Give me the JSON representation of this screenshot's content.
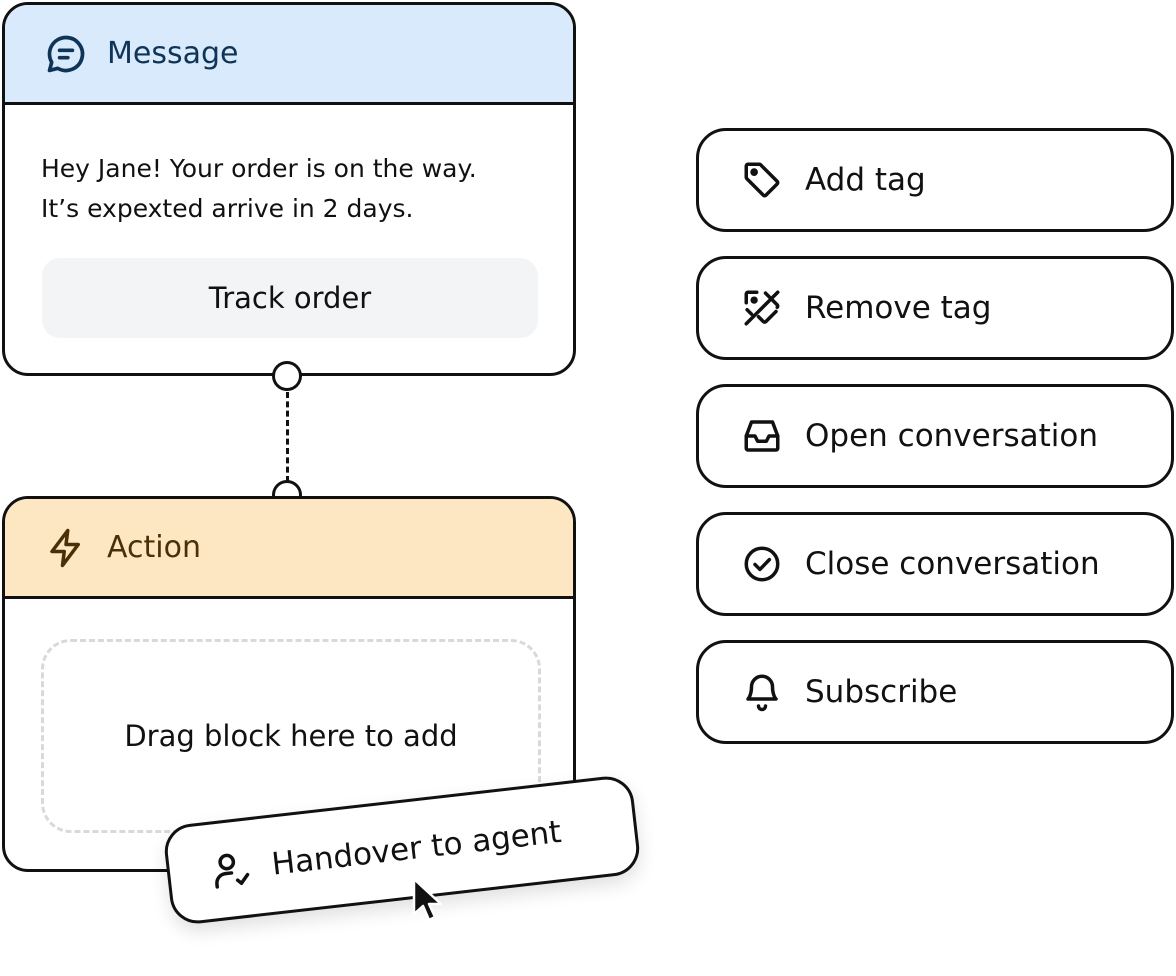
{
  "message_card": {
    "title": "Message",
    "icon": "chat-bubble-icon",
    "header_color": "#d8eafb",
    "body_line1": "Hey Jane! Your order is on the way.",
    "body_line2": "It’s expexted arrive in 2 days.",
    "button_label": "Track order"
  },
  "action_card": {
    "title": "Action",
    "icon": "lightning-icon",
    "header_color": "#fde7c2",
    "drop_zone_text": "Drag block here to add"
  },
  "blocks": [
    {
      "label": "Add tag",
      "icon": "tag-icon"
    },
    {
      "label": "Remove tag",
      "icon": "tag-off-icon"
    },
    {
      "label": "Open conversation",
      "icon": "inbox-icon"
    },
    {
      "label": "Close conversation",
      "icon": "check-circle-icon"
    },
    {
      "label": "Subscribe",
      "icon": "bell-icon"
    }
  ],
  "dragging_block": {
    "label": "Handover to agent",
    "icon": "user-check-icon"
  }
}
